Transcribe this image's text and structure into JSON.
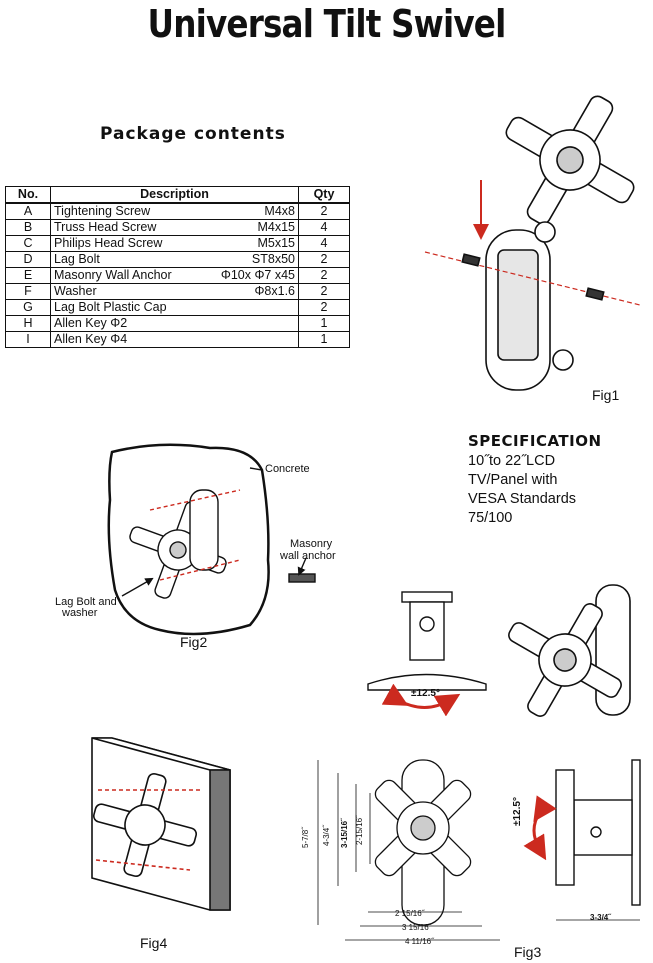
{
  "title": "Universal Tilt Swivel",
  "package_heading": "Package contents",
  "table": {
    "headers": {
      "no": "No.",
      "description": "Description",
      "qty": "Qty"
    },
    "rows": [
      {
        "no": "A",
        "name": "Tightening Screw",
        "size": "M4x8",
        "qty": "2"
      },
      {
        "no": "B",
        "name": "Truss Head Screw",
        "size": "M4x15",
        "qty": "4"
      },
      {
        "no": "C",
        "name": "Philips Head Screw",
        "size": "M5x15",
        "qty": "4"
      },
      {
        "no": "D",
        "name": "Lag Bolt",
        "size": "ST8x50",
        "qty": "2"
      },
      {
        "no": "E",
        "name": "Masonry Wall Anchor",
        "size": "Φ10x Φ7 x45",
        "qty": "2"
      },
      {
        "no": "F",
        "name": "Washer",
        "size": "Φ8x1.6",
        "qty": "2"
      },
      {
        "no": "G",
        "name": "Lag Bolt Plastic Cap",
        "size": "",
        "qty": "2"
      },
      {
        "no": "H",
        "name": "Allen Key Φ2",
        "size": "",
        "qty": "1"
      },
      {
        "no": "I",
        "name": "Allen Key Φ4",
        "size": "",
        "qty": "1"
      }
    ]
  },
  "specification": {
    "heading": "SPECIFICATION",
    "lines": [
      "10˝to 22˝LCD",
      "TV/Panel with",
      "VESA Standards",
      "75/100"
    ]
  },
  "figures": {
    "fig1": "Fig1",
    "fig2": "Fig2",
    "fig3": "Fig3",
    "fig4": "Fig4"
  },
  "labels": {
    "concrete": "Concrete",
    "masonry_1": "Masonry",
    "masonry_2": "wall anchor",
    "lag_1": "Lag Bolt and",
    "lag_2": "washer",
    "tilt_a": "±12.5°",
    "tilt_b": "±12.5°"
  },
  "dimensions": {
    "h1": "5-7/8˝",
    "h2": "4-3/4˝",
    "h3": "3-15/16˝",
    "h4": "2-15/16˝",
    "w1": "2 15/16˝",
    "w2": "3 15/16˝",
    "w3": "4 11/16˝",
    "side": "3-3/4˝"
  },
  "colors": {
    "accent": "#cc2a1f",
    "ink": "#111111"
  }
}
